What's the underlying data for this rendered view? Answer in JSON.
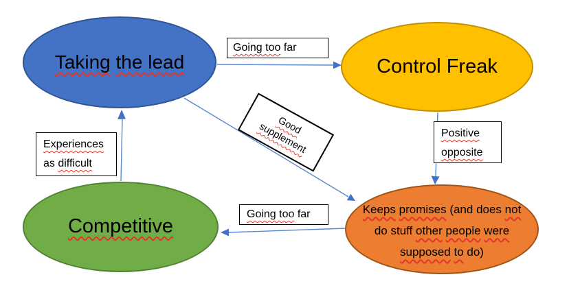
{
  "colors": {
    "node_blue": "#4472C4",
    "node_blue_border": "#2F5597",
    "node_gold": "#FFC000",
    "node_gold_border": "#BF9000",
    "node_green": "#70AD47",
    "node_green_border": "#548235",
    "node_orange": "#ED7D31",
    "node_orange_border": "#A0541A",
    "arrow": "#4472C4",
    "squiggle": "#E1362A",
    "label_box_bg": "#FFFFFF",
    "label_box_border": "#000000"
  },
  "nodes": {
    "taking_the_lead": {
      "full_text": "Taking the lead",
      "parts": [
        {
          "t": "Taking",
          "sp": true
        },
        {
          "t": " ",
          "sp": false
        },
        {
          "t": "the lead",
          "sp": true
        }
      ]
    },
    "control_freak": {
      "full_text": "Control Freak",
      "parts": [
        {
          "t": "Control Freak",
          "sp": false
        }
      ]
    },
    "competitive": {
      "full_text": "Competitive",
      "parts": [
        {
          "t": "Competitive",
          "sp": true
        }
      ]
    },
    "keeps_promises": {
      "full_text": "Keeps promises (and does not do stuff other people were supposed to do)",
      "lines": [
        {
          "parts": [
            {
              "t": "Keeps",
              "sp": true
            },
            {
              "t": " ",
              "sp": false
            },
            {
              "t": "promises",
              "sp": true
            },
            {
              "t": " (and does ",
              "sp": false
            },
            {
              "t": "not",
              "sp": true
            }
          ]
        },
        {
          "parts": [
            {
              "t": "do stuff ",
              "sp": false
            },
            {
              "t": "other",
              "sp": true
            },
            {
              "t": " ",
              "sp": false
            },
            {
              "t": "people",
              "sp": true
            },
            {
              "t": " ",
              "sp": false
            },
            {
              "t": "were",
              "sp": true
            }
          ]
        },
        {
          "parts": [
            {
              "t": "supposed",
              "sp": true
            },
            {
              "t": " ",
              "sp": false
            },
            {
              "t": "to",
              "sp": true
            },
            {
              "t": " do)",
              "sp": false
            }
          ]
        }
      ]
    }
  },
  "labels": {
    "going_too_far_top": {
      "full_text": "Going too far",
      "parts": [
        {
          "t": "Going too",
          "sp": true
        },
        {
          "t": " far",
          "sp": false
        }
      ]
    },
    "good_supplement": {
      "full_text": "Good supplement",
      "lines": [
        {
          "parts": [
            {
              "t": "Good",
              "sp": true
            }
          ]
        },
        {
          "parts": [
            {
              "t": "supplement",
              "sp": true
            }
          ]
        }
      ]
    },
    "positive_opposite": {
      "full_text": "Positive opposite",
      "lines": [
        {
          "parts": [
            {
              "t": "Positive",
              "sp": true
            }
          ]
        },
        {
          "parts": [
            {
              "t": "opposite",
              "sp": true
            }
          ]
        }
      ]
    },
    "experiences_as_difficult": {
      "full_text": "Experiences as difficult",
      "lines": [
        {
          "parts": [
            {
              "t": "Experiences",
              "sp": true
            }
          ]
        },
        {
          "parts": [
            {
              "t": "as ",
              "sp": false
            },
            {
              "t": "difficult",
              "sp": true
            }
          ]
        }
      ]
    },
    "going_too_far_bottom": {
      "full_text": "Going too far",
      "parts": [
        {
          "t": "Going too",
          "sp": true
        },
        {
          "t": " far",
          "sp": false
        }
      ]
    }
  },
  "connectors": [
    {
      "from": "taking_the_lead",
      "to": "control_freak",
      "label": "Going too far"
    },
    {
      "from": "taking_the_lead",
      "to": "keeps_promises",
      "label": "Good supplement"
    },
    {
      "from": "control_freak",
      "to": "keeps_promises",
      "label": "Positive opposite"
    },
    {
      "from": "keeps_promises",
      "to": "competitive",
      "label": "Going too far"
    },
    {
      "from": "competitive",
      "to": "taking_the_lead",
      "label": "Experiences as difficult"
    }
  ]
}
